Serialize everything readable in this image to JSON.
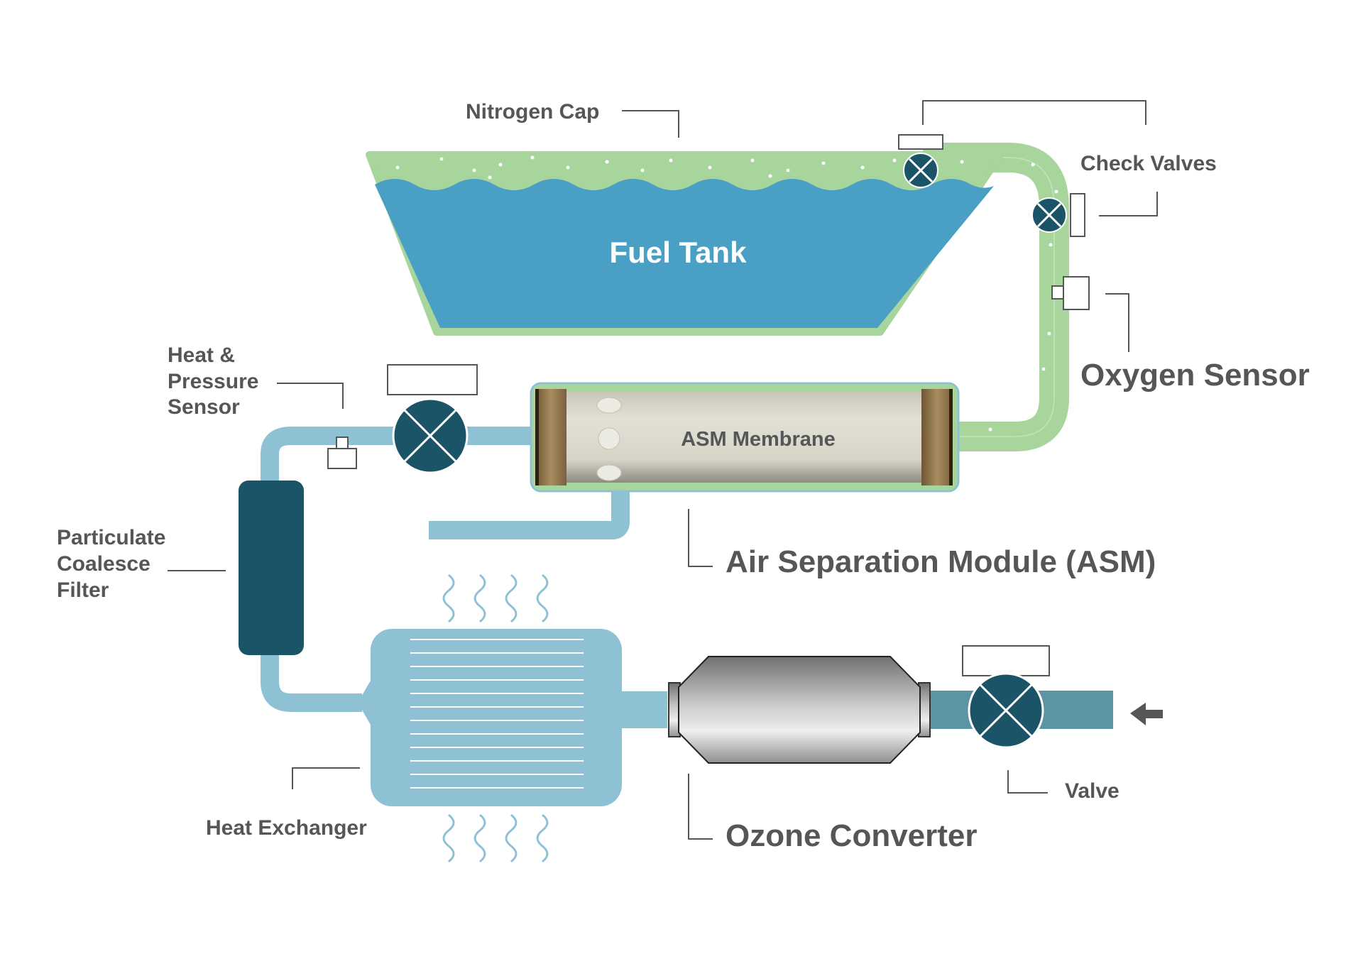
{
  "labels": {
    "nitrogen_cap": "Nitrogen Cap",
    "check_valves": "Check Valves",
    "fuel_tank": "Fuel Tank",
    "oxygen_sensor": "Oxygen Sensor",
    "heat_pressure_sensor": [
      "Heat &",
      "Pressure",
      "Sensor"
    ],
    "asm_membrane": "ASM Membrane",
    "air_separation_module": "Air Separation Module (ASM)",
    "particulate_filter": [
      "Particulate",
      "Coalesce",
      "Filter"
    ],
    "heat_exchanger": "Heat Exchanger",
    "ozone_converter": "Ozone Converter",
    "valve": "Valve"
  },
  "colors": {
    "fuel": "#4aa0c4",
    "nitrogen": "#a8d59c",
    "pipe": "#8fc1d5",
    "pipe_dark": "#5b95a5",
    "component_dark": "#1c5467",
    "text": "#555658"
  }
}
